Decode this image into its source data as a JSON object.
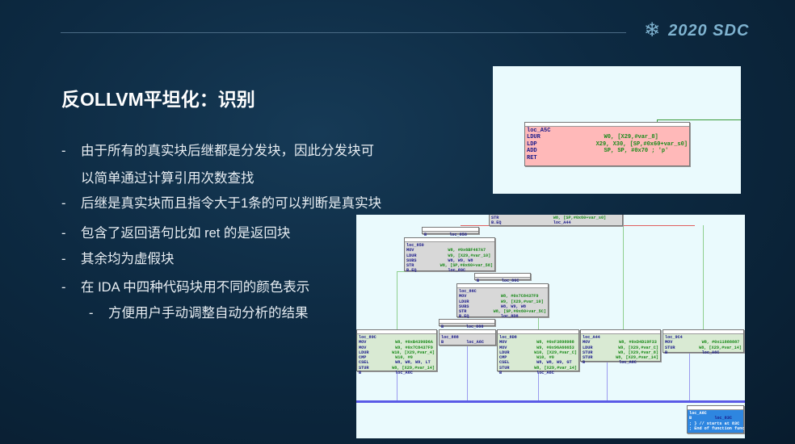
{
  "header": {
    "logo_text": "2020 SDC",
    "logo_icon": "snowflake-icon"
  },
  "slide": {
    "title": "反OLLVM平坦化：识别",
    "bullets": [
      {
        "dash": "-",
        "text": "由于所有的真实块后继都是分发块，因此分发块可"
      },
      {
        "dash": "",
        "text": "以简单通过计算引用次数查找"
      },
      {
        "dash": "-",
        "text": "后继是真实块而且指令大于1条的可以判断是真实块"
      },
      {
        "dash": "-",
        "text": "包含了返回语句比如 ret 的是返回块"
      },
      {
        "dash": "-",
        "text": "其余均为虚假块"
      },
      {
        "dash": "-",
        "text": "在 IDA 中四种代码块用不同的颜色表示"
      },
      {
        "dash": "-",
        "text": "方便用户手动调整自动分析的结果"
      }
    ]
  },
  "ida_top": {
    "block": {
      "lines": [
        [
          "loc_A5C",
          ""
        ],
        [
          "LDUR",
          "W0, [X29,#var_8]"
        ],
        [
          "LDP",
          "X29, X30, [SP,#0x60+var_s0]"
        ],
        [
          "ADD",
          "SP, SP, #0x70 ; 'p'"
        ],
        [
          "RET",
          ""
        ]
      ]
    }
  },
  "ida_bottom": {
    "top_partial": {
      "lines": [
        [
          "STR",
          "W8, [SP,#0x60+var_s0]"
        ],
        [
          "B.EQ",
          "loc_A44"
        ]
      ]
    },
    "b858": {
      "lines": [
        [
          "B",
          "loc_858"
        ]
      ]
    },
    "loc850": {
      "lines": [
        [
          "loc_850",
          ""
        ],
        [
          "MOV",
          "W8, #0x6BF467A7"
        ],
        [
          "LDUR",
          "W9, [X29,#var_10]"
        ],
        [
          "SUBS",
          "W8, W9, W8"
        ],
        [
          "STR",
          "W8, [SP,#0x60+var_58]"
        ],
        [
          "B.EQ",
          "loc_89C"
        ]
      ]
    },
    "b86c": {
      "lines": [
        [
          "B",
          "loc_86C"
        ]
      ]
    },
    "loc86c": {
      "lines": [
        [
          "loc_86C",
          ""
        ],
        [
          "MOV",
          "W8, #0x7C8437F9"
        ],
        [
          "LDUR",
          "W9, [X29,#var_10]"
        ],
        [
          "SUBS",
          "W8, W9, W8"
        ],
        [
          "STR",
          "W8, [SP,#0x60+var_5C]"
        ],
        [
          "B.EQ",
          "loc_8D8"
        ]
      ]
    },
    "b888": {
      "lines": [
        [
          "B",
          "loc_888"
        ]
      ]
    },
    "loc89c": {
      "lines": [
        [
          "loc_89C",
          ""
        ],
        [
          "MOV",
          "W8, #0xB4390D6A"
        ],
        [
          "MOV",
          "W9, #0x7C8437F9"
        ],
        [
          "LDUR",
          "W10, [X29,#var_4]"
        ],
        [
          "CMP",
          "W10, #0"
        ],
        [
          "CSEL",
          "W8, W8, W9, LT"
        ],
        [
          "STUR",
          "W8, [X29,#var_14]"
        ],
        [
          "B",
          "loc_A6C"
        ]
      ]
    },
    "loc888": {
      "lines": [
        [
          "loc_888",
          ""
        ],
        [
          "B",
          "loc_A6C"
        ]
      ]
    },
    "loc8d8": {
      "lines": [
        [
          "loc_8D8",
          ""
        ],
        [
          "MOV",
          "W8, #0xF3898988"
        ],
        [
          "MOV",
          "W9, #0x96A66653"
        ],
        [
          "LDUR",
          "W10, [X29,#var_C]"
        ],
        [
          "CMP",
          "W10, #0"
        ],
        [
          "CSEL",
          "W8, W8, W9, GT"
        ],
        [
          "STUR",
          "W8, [X29,#var_14]"
        ],
        [
          "B",
          "loc_A6C"
        ]
      ]
    },
    "loca44": {
      "lines": [
        [
          "loc_A44",
          ""
        ],
        [
          "MOV",
          "W8, #0xD4D19F33"
        ],
        [
          "LDUR",
          "W9, [X29,#var_C]"
        ],
        [
          "STUR",
          "W9, [X29,#var_8]"
        ],
        [
          "STUR",
          "W8, [X29,#var_14]"
        ],
        [
          "B",
          "loc_A6C"
        ]
      ]
    },
    "loc9c4": {
      "lines": [
        [
          "loc_9C4",
          ""
        ],
        [
          "MOV",
          "W8, #0x11888887"
        ],
        [
          "STUR",
          "W8, [X29,#var_14]"
        ],
        [
          "B",
          "loc_A6C"
        ]
      ]
    },
    "loca6c": {
      "lines": [
        [
          "loc_A6C",
          ""
        ],
        [
          "B",
          "loc_83C"
        ],
        [
          "; } // starts at 83C",
          ""
        ],
        [
          "; End of function func",
          ""
        ]
      ]
    }
  },
  "colors": {
    "real": "#d9ead3",
    "dispatch": "#d8d8d8",
    "return": "#ffb9b9",
    "prologue": "#2e86e0"
  }
}
